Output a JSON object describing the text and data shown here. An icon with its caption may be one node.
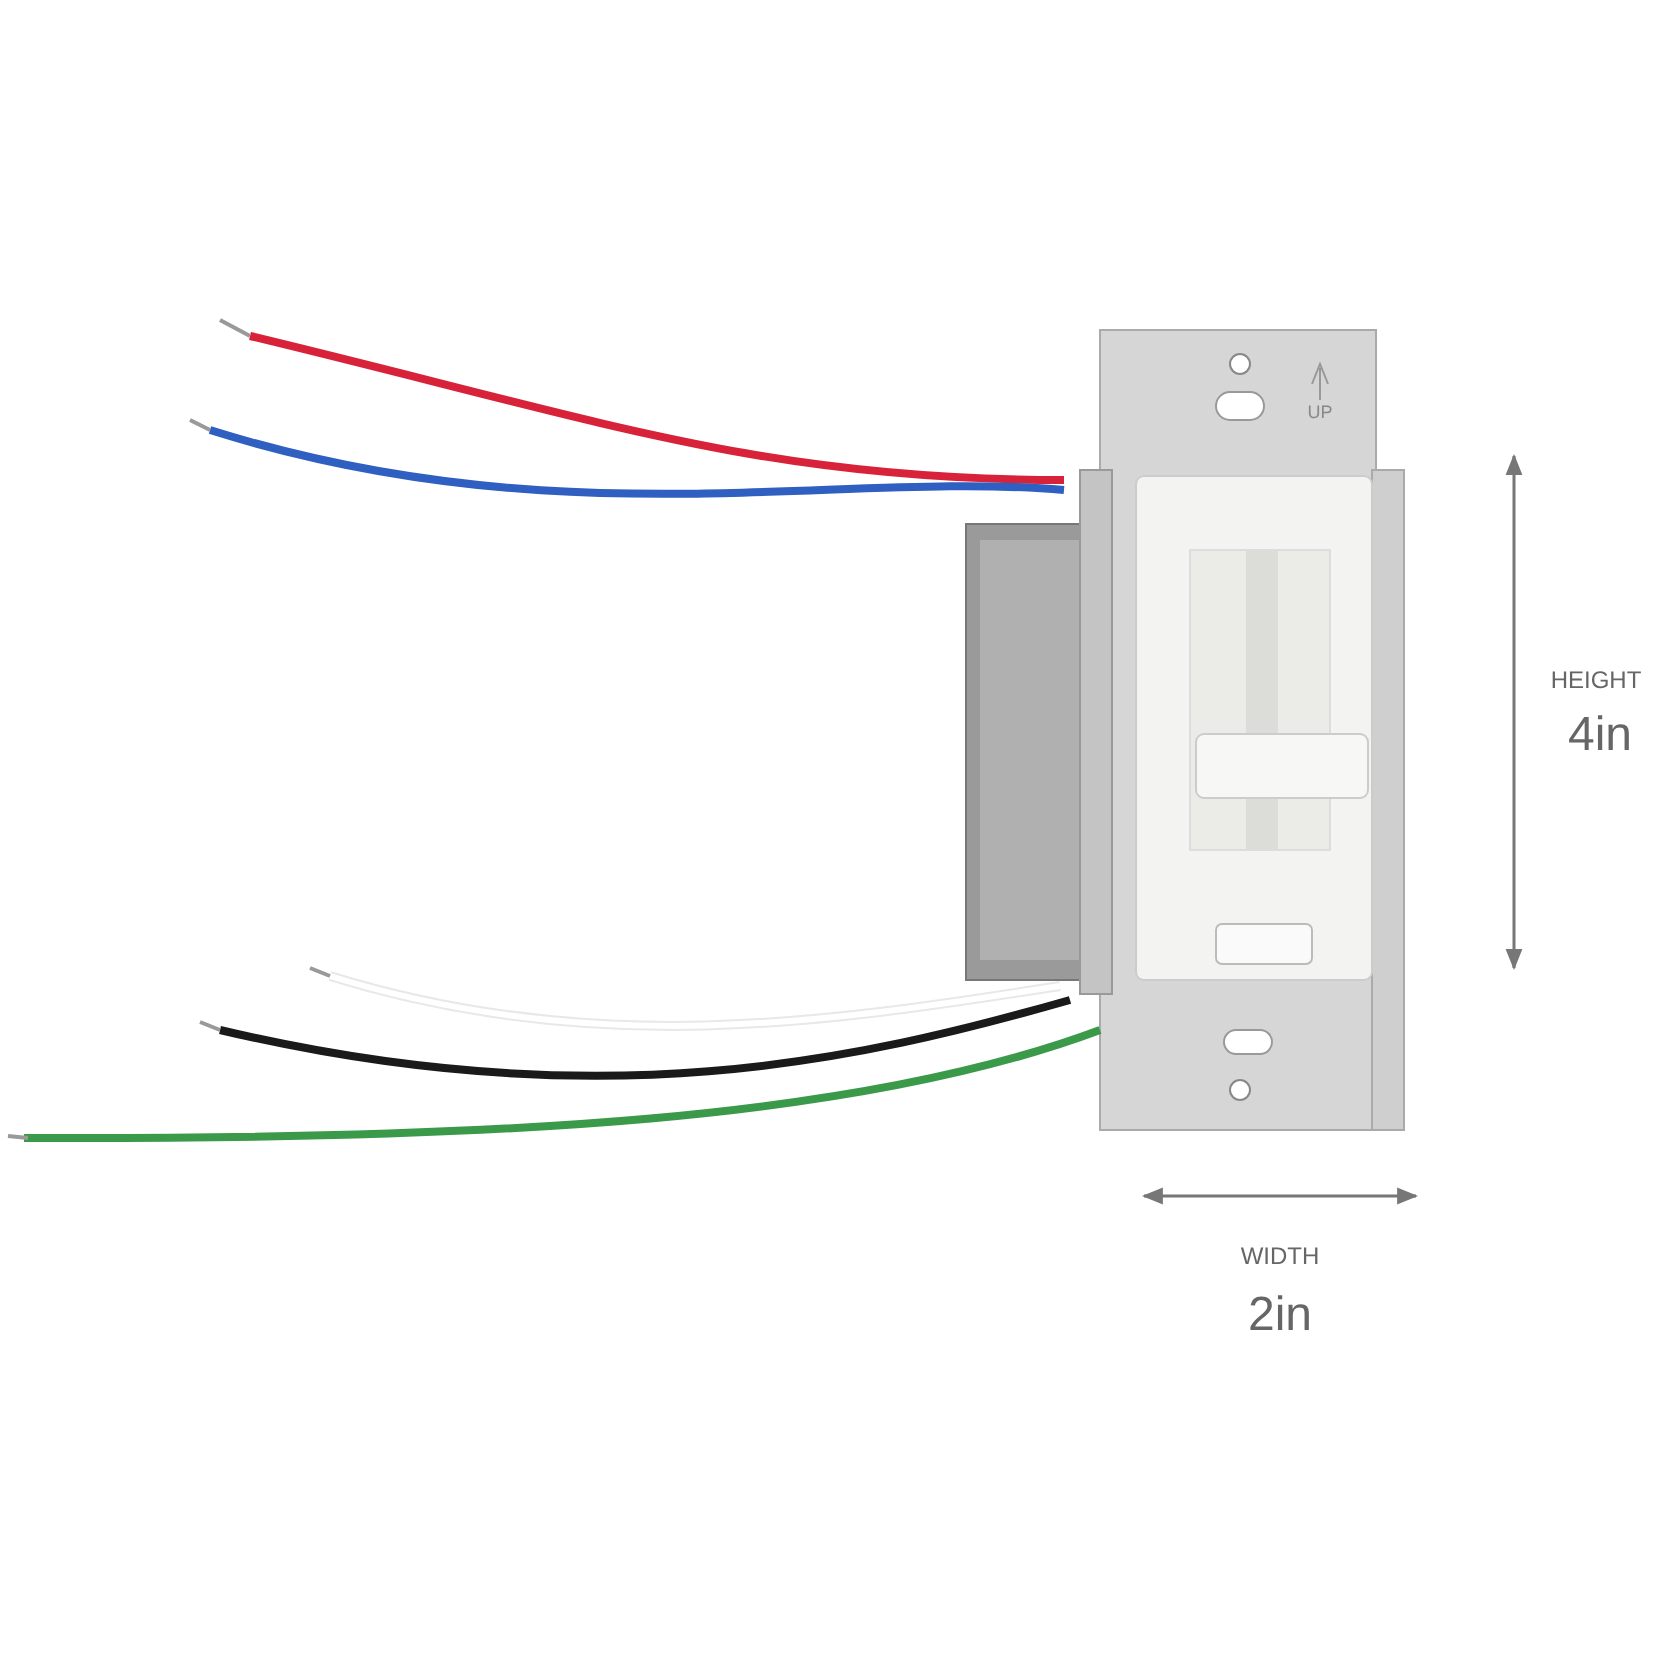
{
  "diagram": {
    "labels": [
      "UP",
      "HEIGHT",
      "4in",
      "WIDTH",
      "2in"
    ]
  }
}
